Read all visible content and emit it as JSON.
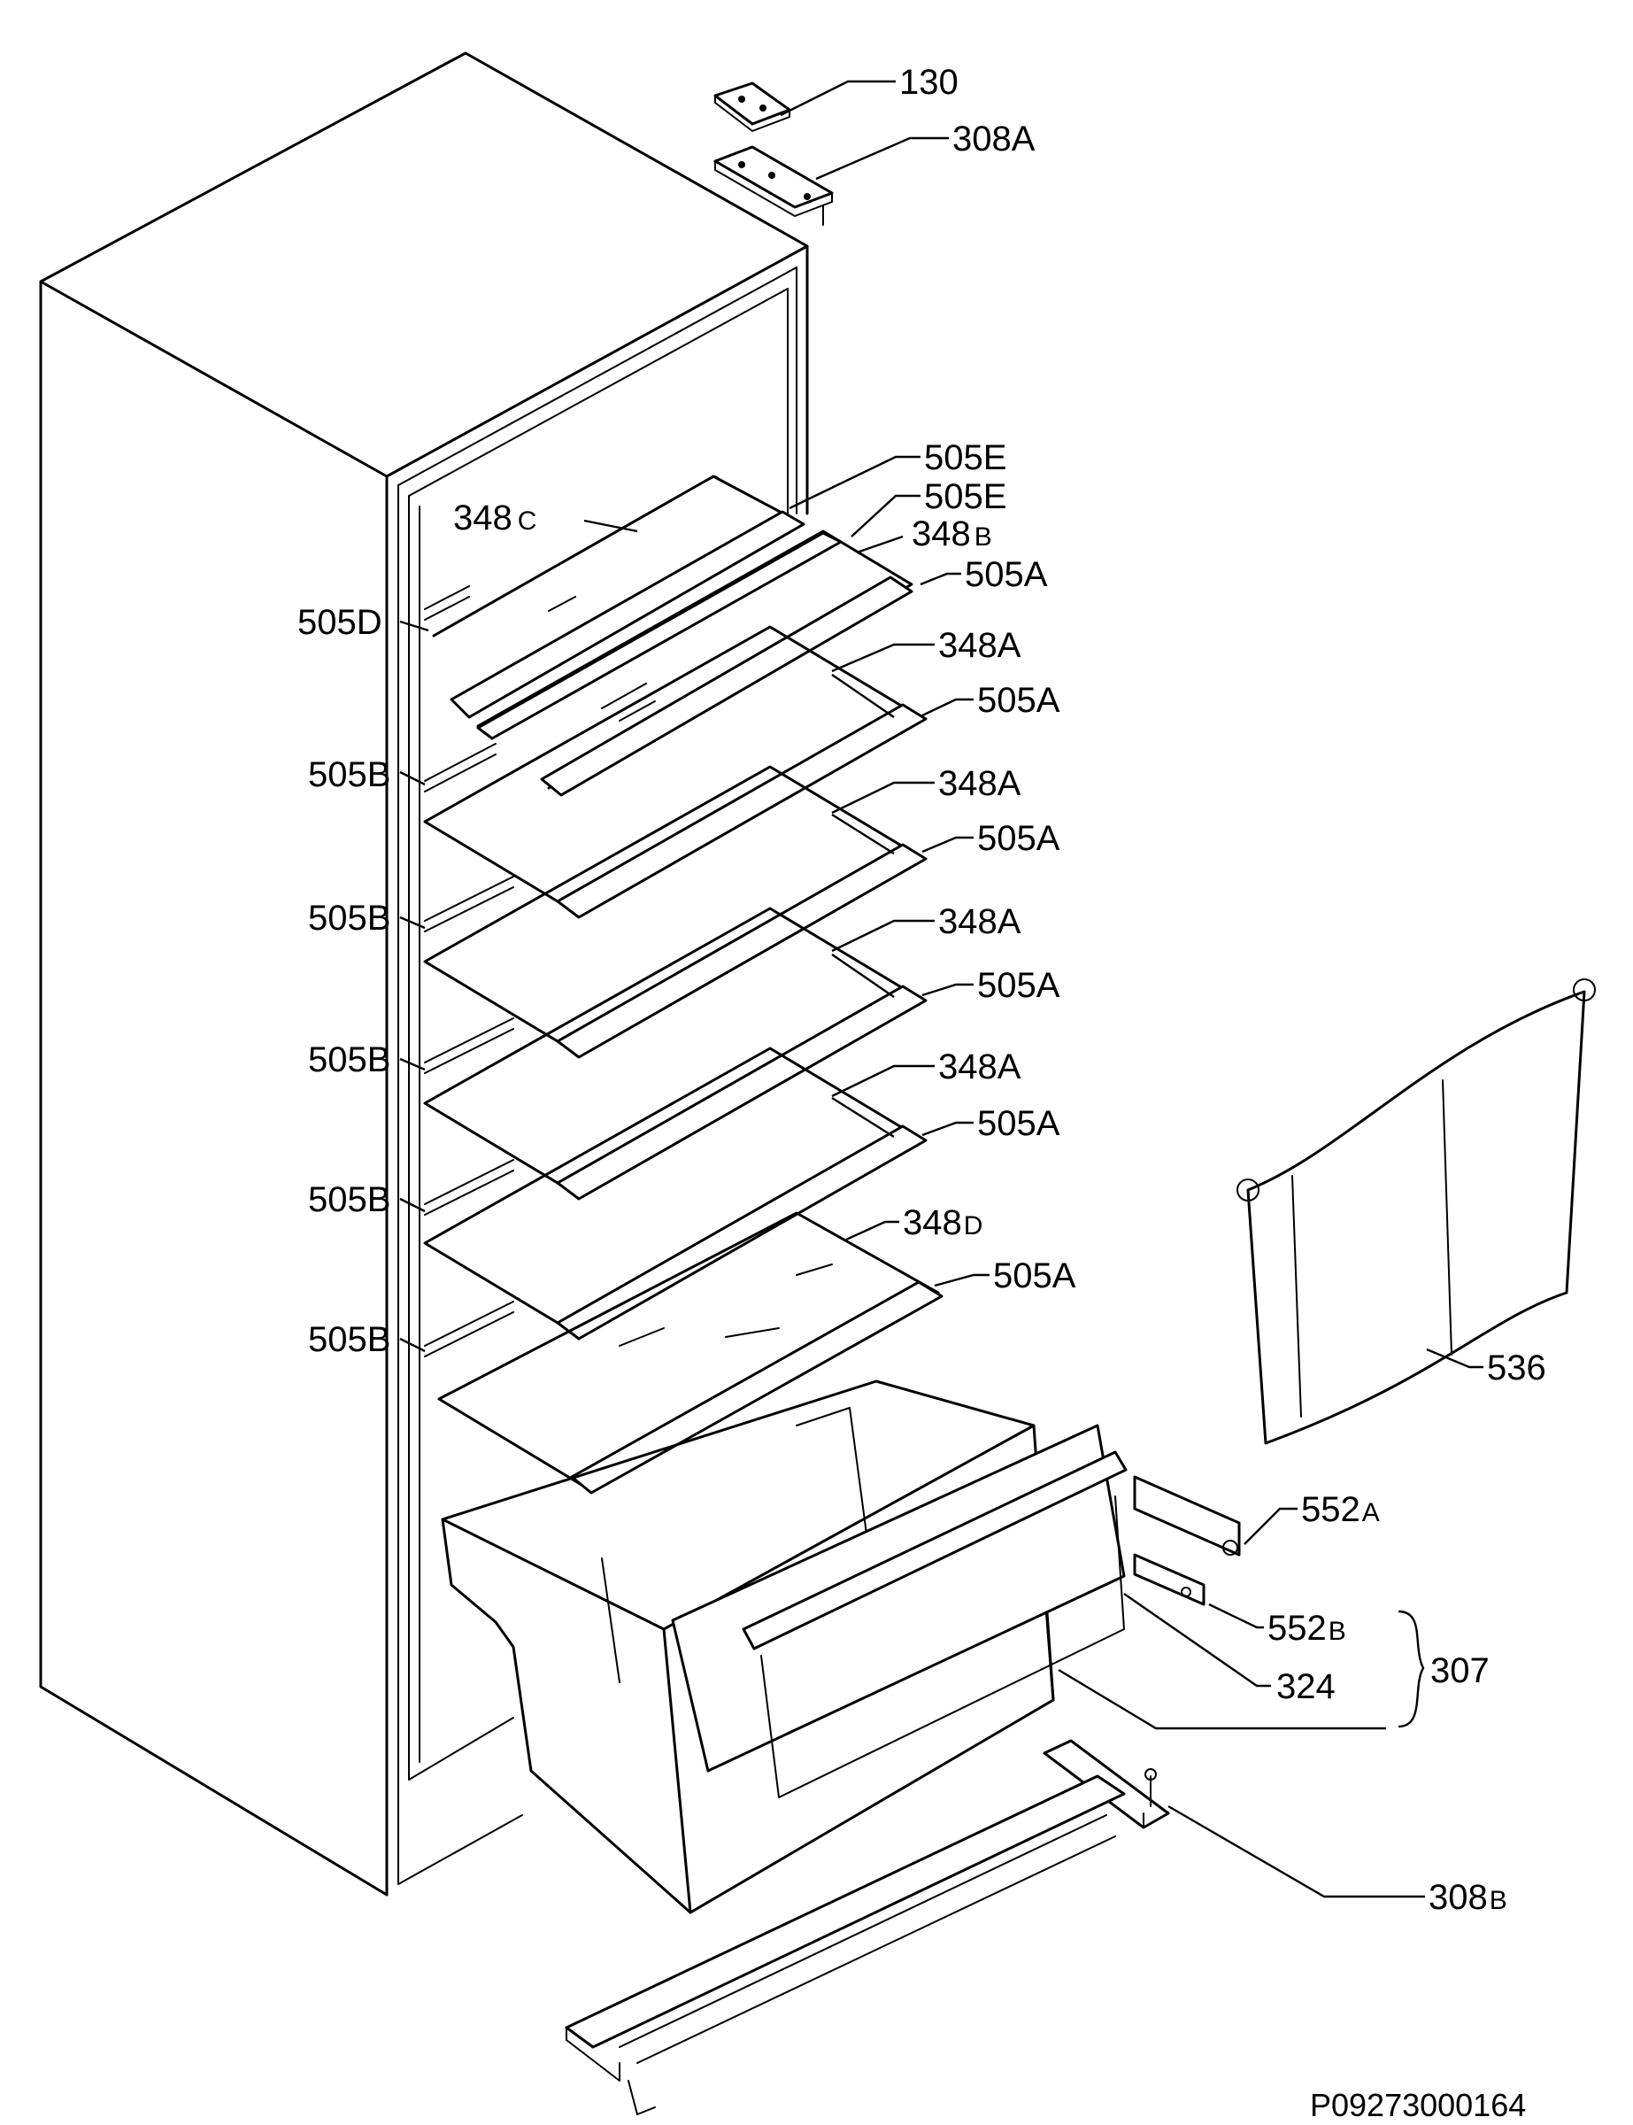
{
  "diagram": {
    "drawing_code": "P09273000164",
    "callouts": [
      {
        "id": "c130",
        "main": "130",
        "sub": ""
      },
      {
        "id": "c308a",
        "main": "308A",
        "sub": ""
      },
      {
        "id": "c505e1",
        "main": "505E",
        "sub": ""
      },
      {
        "id": "c505e2",
        "main": "505E",
        "sub": ""
      },
      {
        "id": "c348c",
        "main": "348",
        "sub": "C"
      },
      {
        "id": "c348b",
        "main": "348",
        "sub": "B"
      },
      {
        "id": "c505a1",
        "main": "505A",
        "sub": ""
      },
      {
        "id": "c505d",
        "main": "505D",
        "sub": ""
      },
      {
        "id": "c348a1",
        "main": "348A",
        "sub": ""
      },
      {
        "id": "c505a2",
        "main": "505A",
        "sub": ""
      },
      {
        "id": "c505b1",
        "main": "505B",
        "sub": ""
      },
      {
        "id": "c348a2",
        "main": "348A",
        "sub": ""
      },
      {
        "id": "c505a3",
        "main": "505A",
        "sub": ""
      },
      {
        "id": "c505b2",
        "main": "505B",
        "sub": ""
      },
      {
        "id": "c348a3",
        "main": "348A",
        "sub": ""
      },
      {
        "id": "c505a4",
        "main": "505A",
        "sub": ""
      },
      {
        "id": "c505b3",
        "main": "505B",
        "sub": ""
      },
      {
        "id": "c348a4",
        "main": "348A",
        "sub": ""
      },
      {
        "id": "c505a5",
        "main": "505A",
        "sub": ""
      },
      {
        "id": "c505b4",
        "main": "505B",
        "sub": ""
      },
      {
        "id": "c348d",
        "main": "348",
        "sub": "D"
      },
      {
        "id": "c505a6",
        "main": "505A",
        "sub": ""
      },
      {
        "id": "c505b5",
        "main": "505B",
        "sub": ""
      },
      {
        "id": "c536",
        "main": "536",
        "sub": ""
      },
      {
        "id": "c552a",
        "main": "552",
        "sub": "A"
      },
      {
        "id": "c552b",
        "main": "552",
        "sub": "B"
      },
      {
        "id": "c324",
        "main": "324",
        "sub": ""
      },
      {
        "id": "c307",
        "main": "307",
        "sub": ""
      },
      {
        "id": "c308b",
        "main": "308",
        "sub": "B"
      }
    ]
  }
}
